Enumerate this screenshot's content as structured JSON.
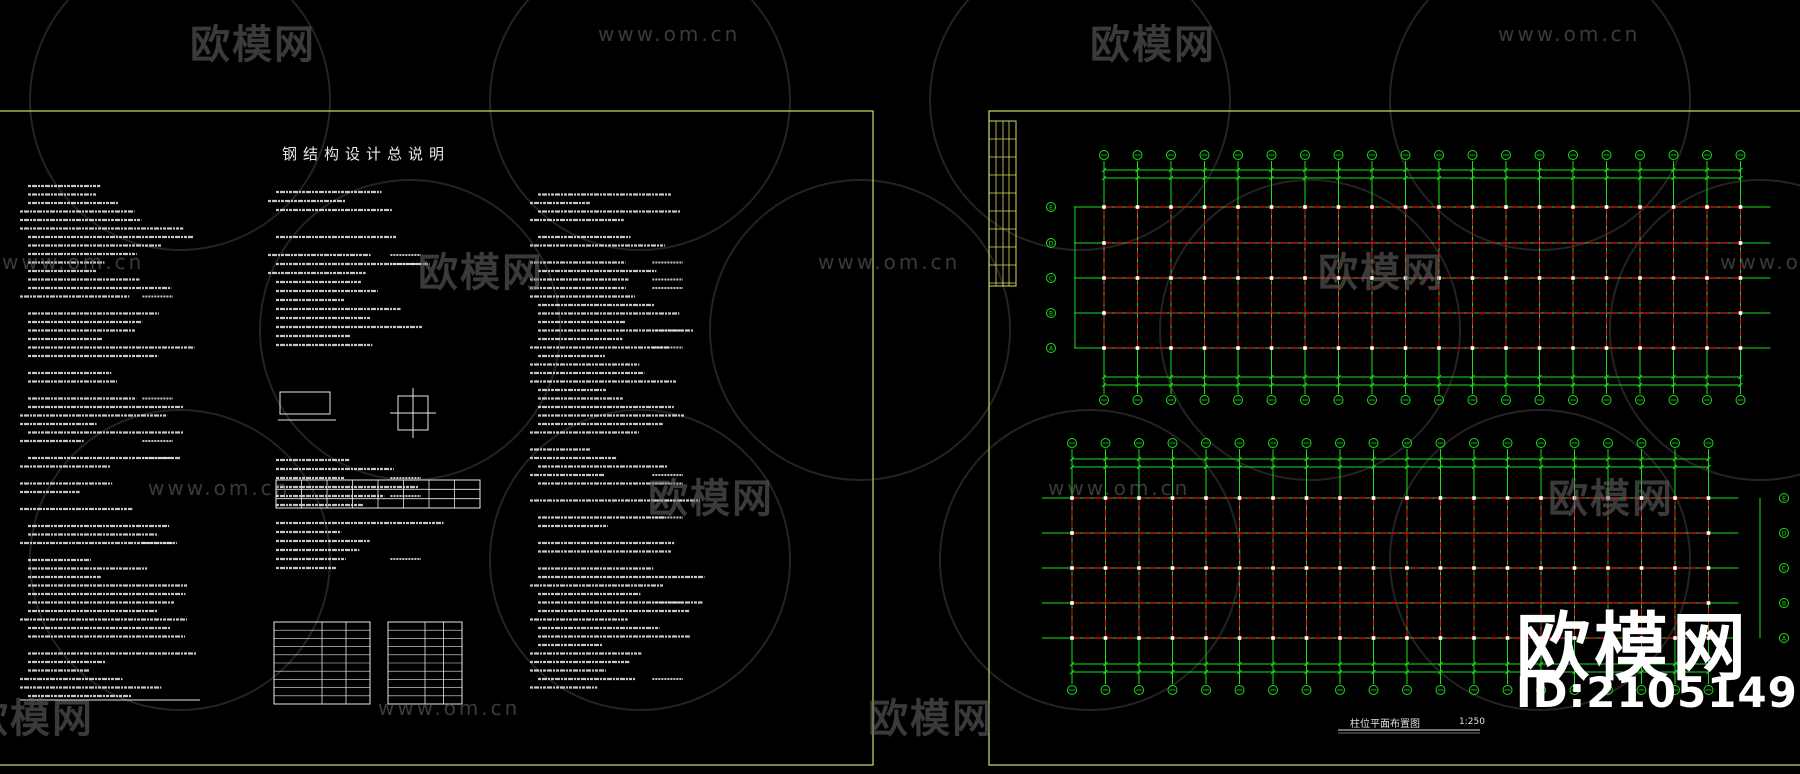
{
  "left_sheet": {
    "title": "钢结构设计总说明"
  },
  "right_sheet": {
    "plan_caption": "柱位平面布置图",
    "scale": "1:250",
    "top_plan": {
      "col_bubbles": 20,
      "row_labels": [
        "E",
        "D",
        "C",
        "B",
        "A"
      ]
    },
    "bottom_plan": {
      "col_bubbles": 20,
      "row_labels": [
        "E",
        "D",
        "C",
        "B",
        "A"
      ]
    }
  },
  "watermark": {
    "brand_cn": "欧模网",
    "url": "www.om.cn"
  },
  "overlay": {
    "brand_cn": "欧模网",
    "id_text": "ID:2105149"
  },
  "colors": {
    "background": "#000000",
    "frame": "#d8d860",
    "axis_green": "#18e018",
    "grid_red": "#e01818",
    "text": "#e8e8e8",
    "watermark": "#6a6a6a"
  }
}
